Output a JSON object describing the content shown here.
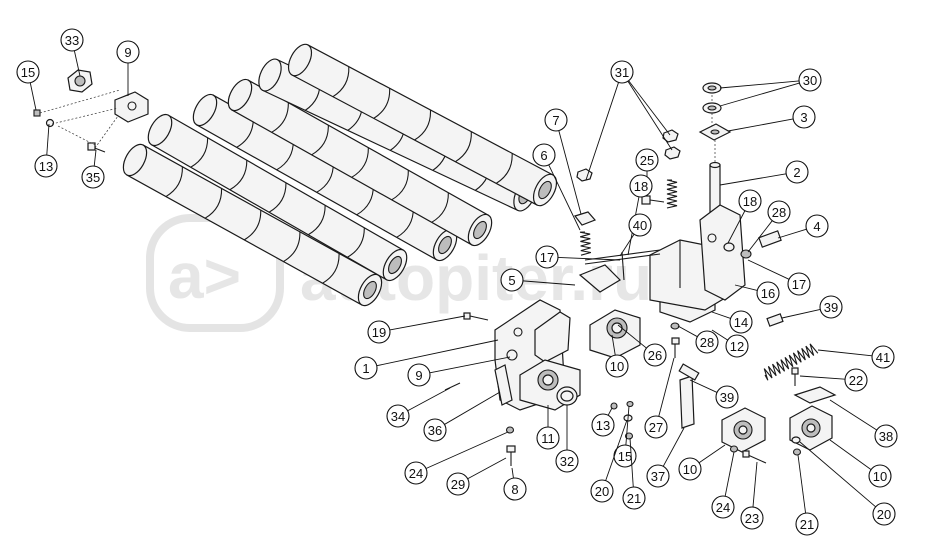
{
  "watermark": {
    "brand": "autopiter.ru"
  },
  "callouts": [
    {
      "label": "15"
    },
    {
      "label": "13"
    },
    {
      "label": "33"
    },
    {
      "label": "9"
    },
    {
      "label": "35"
    },
    {
      "label": "31"
    },
    {
      "label": "30"
    },
    {
      "label": "3"
    },
    {
      "label": "7"
    },
    {
      "label": "6"
    },
    {
      "label": "25"
    },
    {
      "label": "2"
    },
    {
      "label": "18"
    },
    {
      "label": "18"
    },
    {
      "label": "28"
    },
    {
      "label": "4"
    },
    {
      "label": "40"
    },
    {
      "label": "17"
    },
    {
      "label": "17"
    },
    {
      "label": "5"
    },
    {
      "label": "16"
    },
    {
      "label": "39"
    },
    {
      "label": "14"
    },
    {
      "label": "12"
    },
    {
      "label": "19"
    },
    {
      "label": "28"
    },
    {
      "label": "1"
    },
    {
      "label": "26"
    },
    {
      "label": "10"
    },
    {
      "label": "41"
    },
    {
      "label": "9"
    },
    {
      "label": "39"
    },
    {
      "label": "22"
    },
    {
      "label": "34"
    },
    {
      "label": "36"
    },
    {
      "label": "13"
    },
    {
      "label": "27"
    },
    {
      "label": "38"
    },
    {
      "label": "11"
    },
    {
      "label": "15"
    },
    {
      "label": "32"
    },
    {
      "label": "24"
    },
    {
      "label": "37"
    },
    {
      "label": "10"
    },
    {
      "label": "10"
    },
    {
      "label": "29"
    },
    {
      "label": "8"
    },
    {
      "label": "20"
    },
    {
      "label": "21"
    },
    {
      "label": "24"
    },
    {
      "label": "20"
    },
    {
      "label": "23"
    },
    {
      "label": "21"
    }
  ]
}
